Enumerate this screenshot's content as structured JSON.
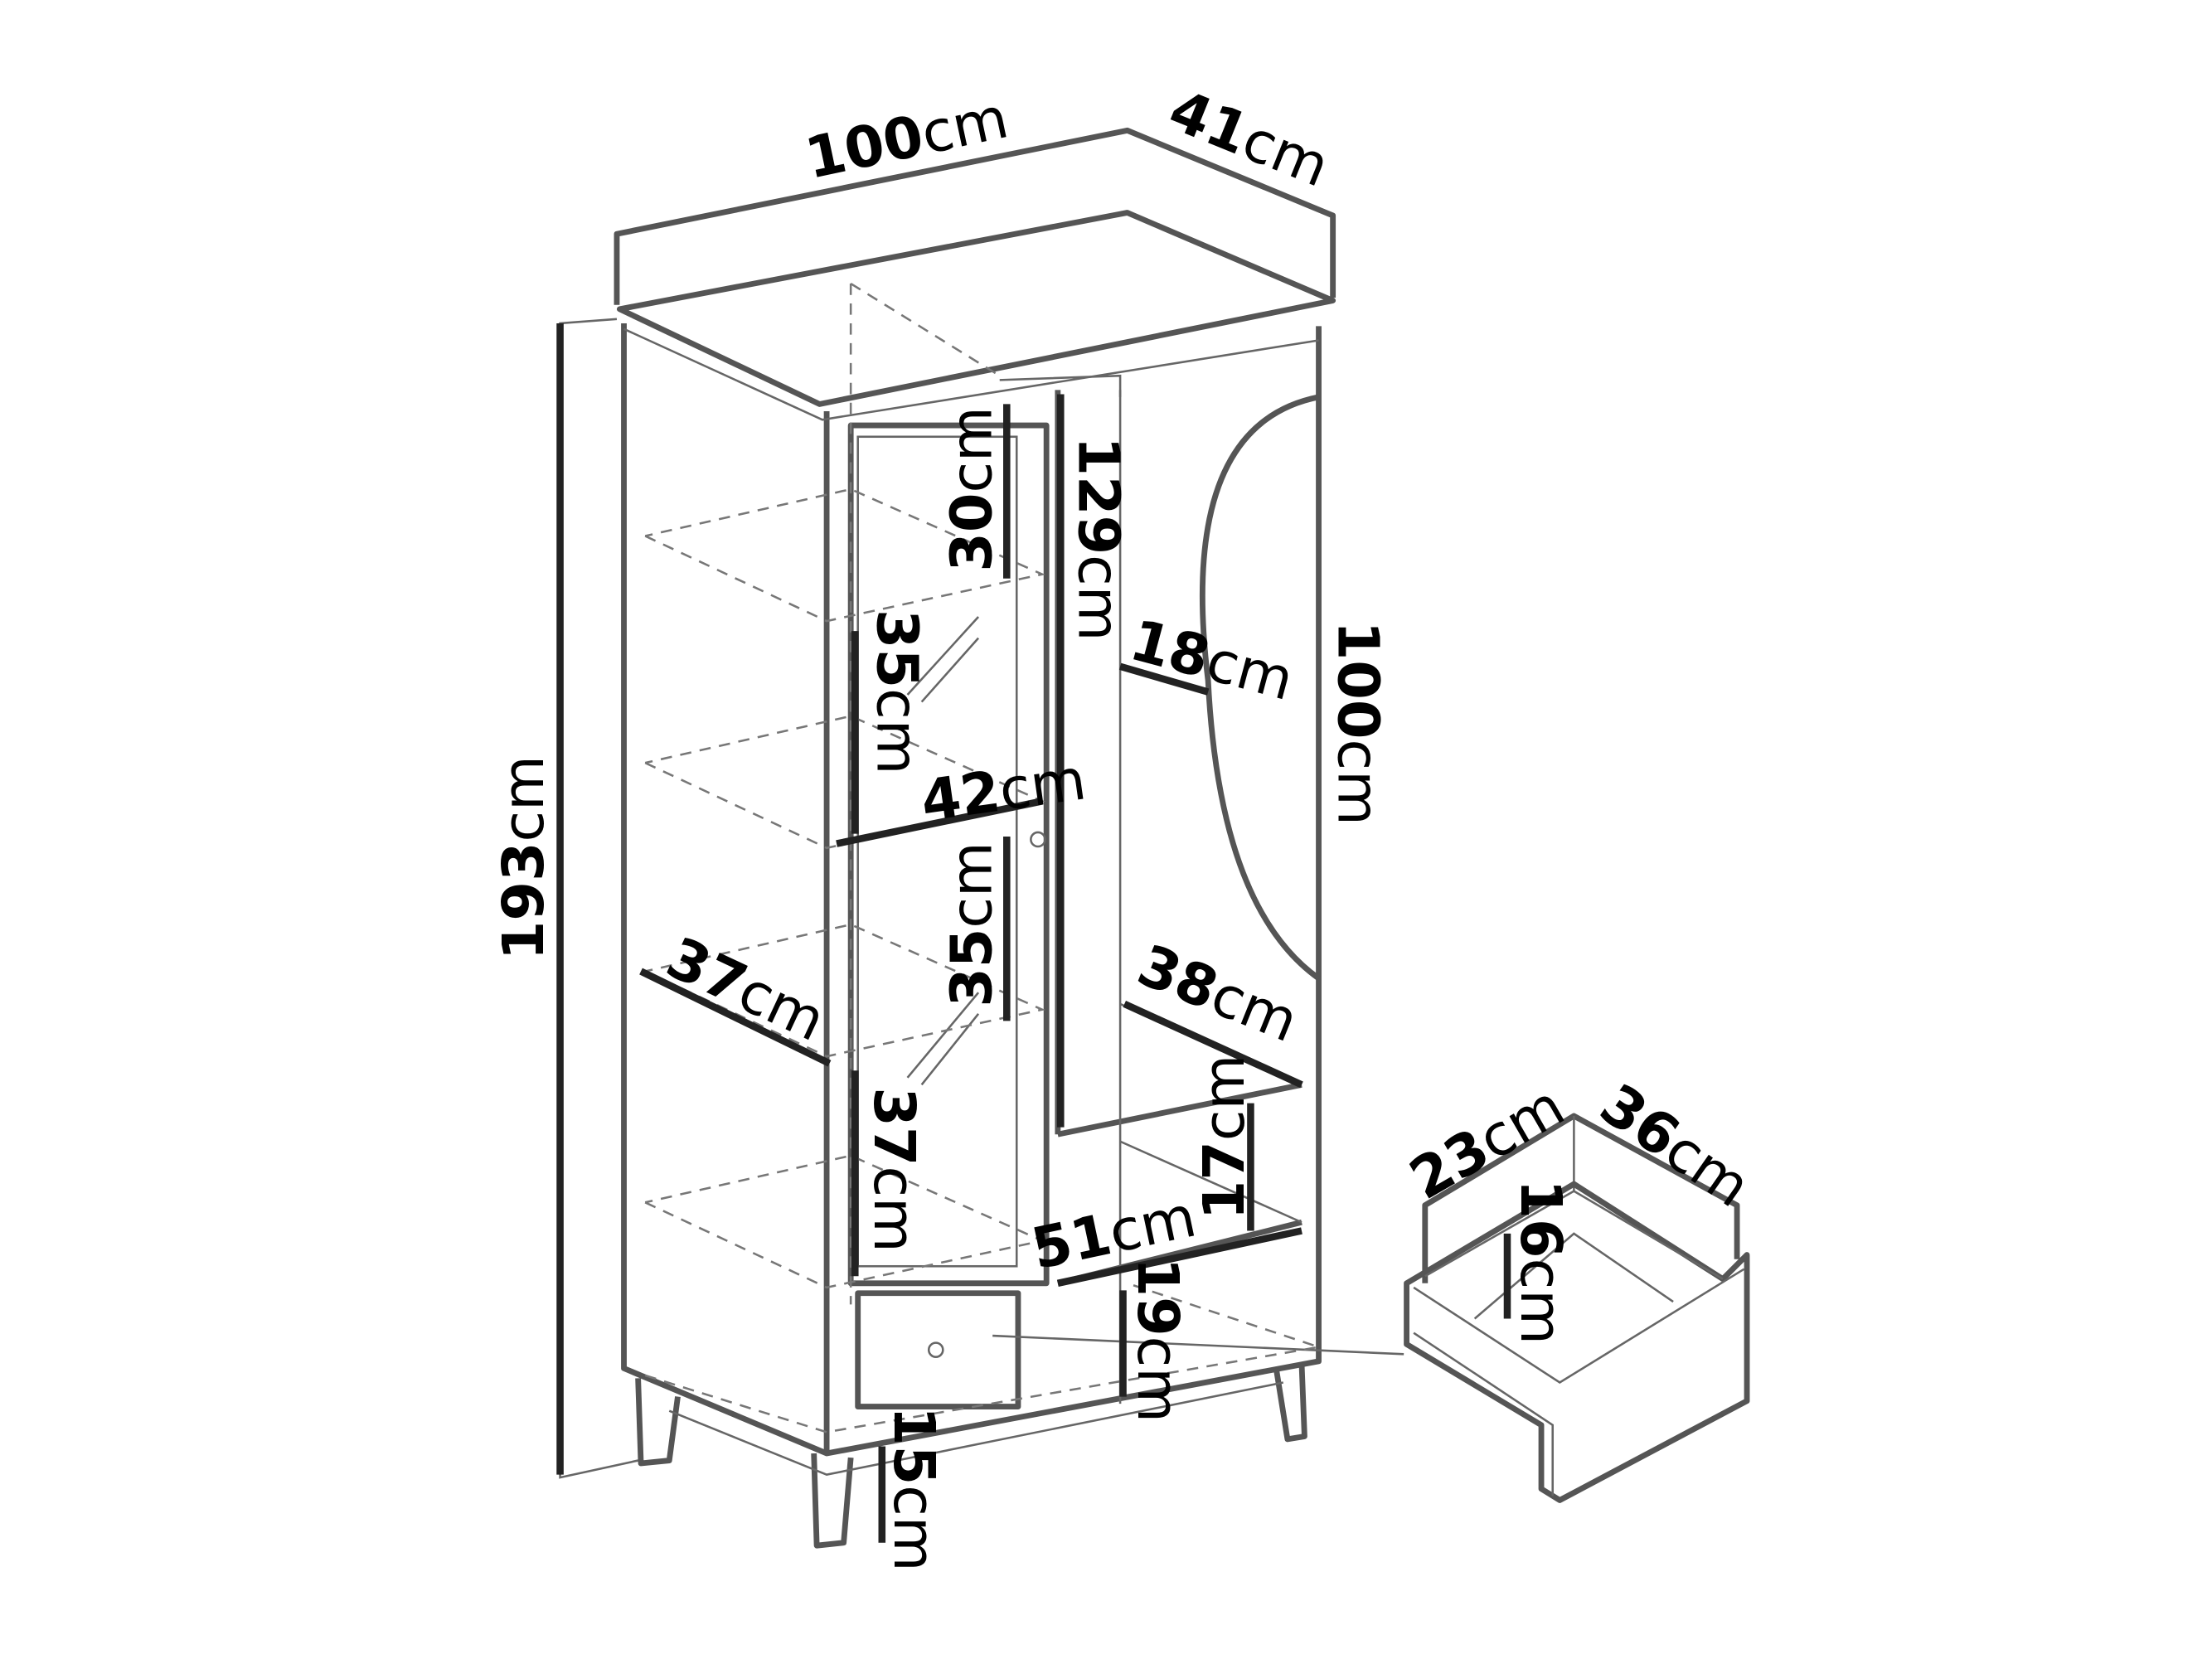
{
  "labels": {
    "width_top": {
      "value": "100",
      "unit": "cm"
    },
    "depth_top": {
      "value": "41",
      "unit": "cm"
    },
    "height_total": {
      "value": "193",
      "unit": "cm"
    },
    "height_right_door": {
      "value": "100",
      "unit": "cm"
    },
    "shelf_top_gap": {
      "value": "30",
      "unit": "cm"
    },
    "hanging_height": {
      "value": "129",
      "unit": "cm"
    },
    "cutout_depth": {
      "value": "18",
      "unit": "cm"
    },
    "shelf_gap_upper": {
      "value": "35",
      "unit": "cm"
    },
    "shelf_width": {
      "value": "42",
      "unit": "cm"
    },
    "shelf_gap_middle": {
      "value": "35",
      "unit": "cm"
    },
    "shelf_depth": {
      "value": "37",
      "unit": "cm"
    },
    "right_shelf_depth": {
      "value": "38",
      "unit": "cm"
    },
    "right_compartment_height": {
      "value": "17",
      "unit": "cm"
    },
    "shelf_gap_lower": {
      "value": "37",
      "unit": "cm"
    },
    "right_shelf_width": {
      "value": "51",
      "unit": "cm"
    },
    "bottom_compartment_height": {
      "value": "19",
      "unit": "cm"
    },
    "leg_height": {
      "value": "15",
      "unit": "cm"
    },
    "drawer_depth": {
      "value": "23",
      "unit": "cm"
    },
    "drawer_width": {
      "value": "36",
      "unit": "cm"
    },
    "drawer_height": {
      "value": "16",
      "unit": "cm"
    }
  },
  "colors": {
    "outline": "#555555",
    "dimension": "#222222"
  }
}
